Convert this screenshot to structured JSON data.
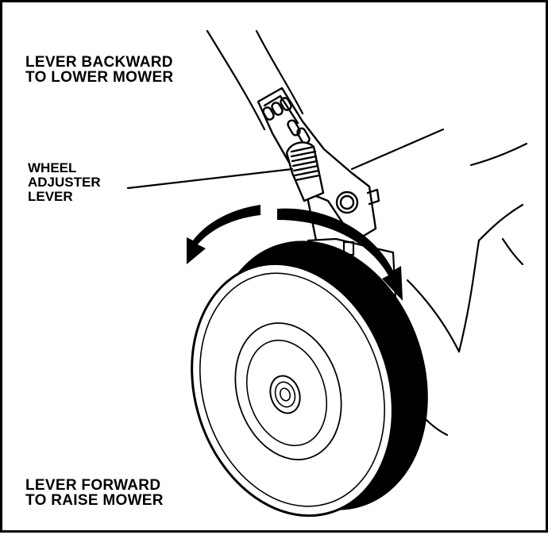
{
  "captions": {
    "lower": {
      "line1": "LEVER BACKWARD",
      "line2": "TO LOWER MOWER"
    },
    "raise": {
      "line1": "LEVER FORWARD",
      "line2": "TO RAISE MOWER"
    }
  },
  "callout": {
    "line1": "WHEEL",
    "line2": "ADJUSTER",
    "line3": "LEVER"
  },
  "colors": {
    "ink": "#000000",
    "paper": "#ffffff"
  }
}
